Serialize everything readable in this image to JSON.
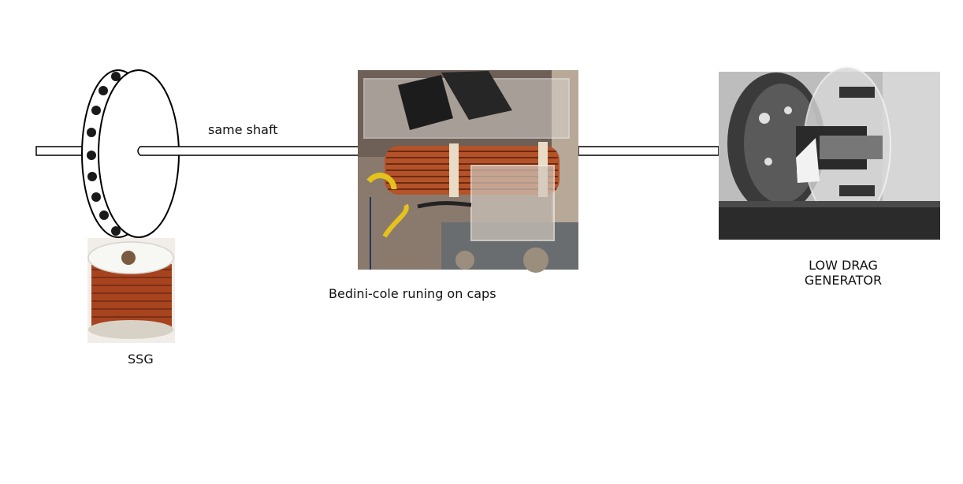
{
  "labels": {
    "shaft": "same shaft",
    "bedini": "Bedini-cole runing on caps",
    "ssg": "SSG",
    "generator_line1": "LOW DRAG",
    "generator_line2": "GENERATOR"
  },
  "colors": {
    "copper": "#b4532a",
    "copper_dark": "#6e2a10",
    "magnet": "#1a1a1a",
    "generator_bg": "#9a9a9a"
  },
  "icons": [
    "ssg-rotor-wheel",
    "magnet-dot",
    "copper-wire-spool",
    "bedini-motor-photo",
    "low-drag-generator-photo",
    "shaft"
  ]
}
